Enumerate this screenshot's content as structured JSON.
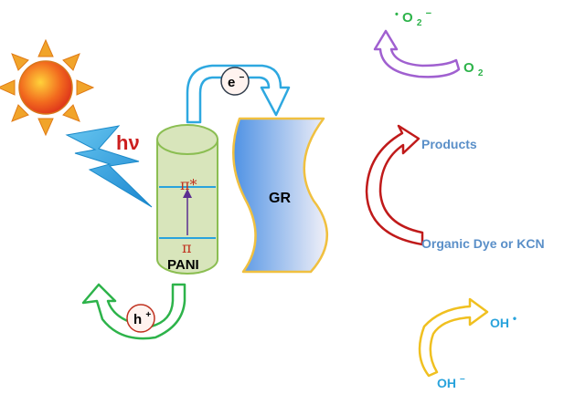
{
  "colors": {
    "sun_outer": "#e8a020",
    "sun_inner": "#e8341c",
    "lightning": "#2aa3e8",
    "hv": "#cc1f1f",
    "pani_fill": "#d6e4b8",
    "pani_stroke": "#8bbe52",
    "band_line": "#29a3dc",
    "pi_text": "#c0311f",
    "transition_arrow": "#5b2e90",
    "electron_arrow": "#2ea8e0",
    "gr_stroke": "#f0c040",
    "gr_fill_start": "#5b9be6",
    "gr_fill_end": "#eeeef8",
    "hole_arrow": "#2db34a",
    "superoxide_arrow": "#a060d0",
    "oxygen_text": "#2db34a",
    "products_arrow": "#c01a1a",
    "products_text": "#5a8fc8",
    "hydroxyl_arrow": "#f0c020",
    "hydroxyl_text": "#29a3dc"
  },
  "icons": {
    "sun": "sun-icon",
    "lightning": "lightning-bolt-icon"
  },
  "labels": {
    "hv": "hν",
    "electron_main": "e",
    "electron_sup": "−",
    "hole_main": "h",
    "hole_sup": "+",
    "pi_star": "π*",
    "pi": "π",
    "pani": "PANI",
    "gr": "GR",
    "superoxide_dot": "•",
    "superoxide_main": "O",
    "superoxide_sub": "2",
    "superoxide_sup": "−",
    "oxygen_main": "O",
    "oxygen_sub": "2",
    "products": "Products",
    "organic_dye": "Organic Dye or KCN",
    "hydroxyl_radical_main": "OH",
    "hydroxyl_radical_dot": "•",
    "hydroxide_main": "OH",
    "hydroxide_sup": "−"
  }
}
